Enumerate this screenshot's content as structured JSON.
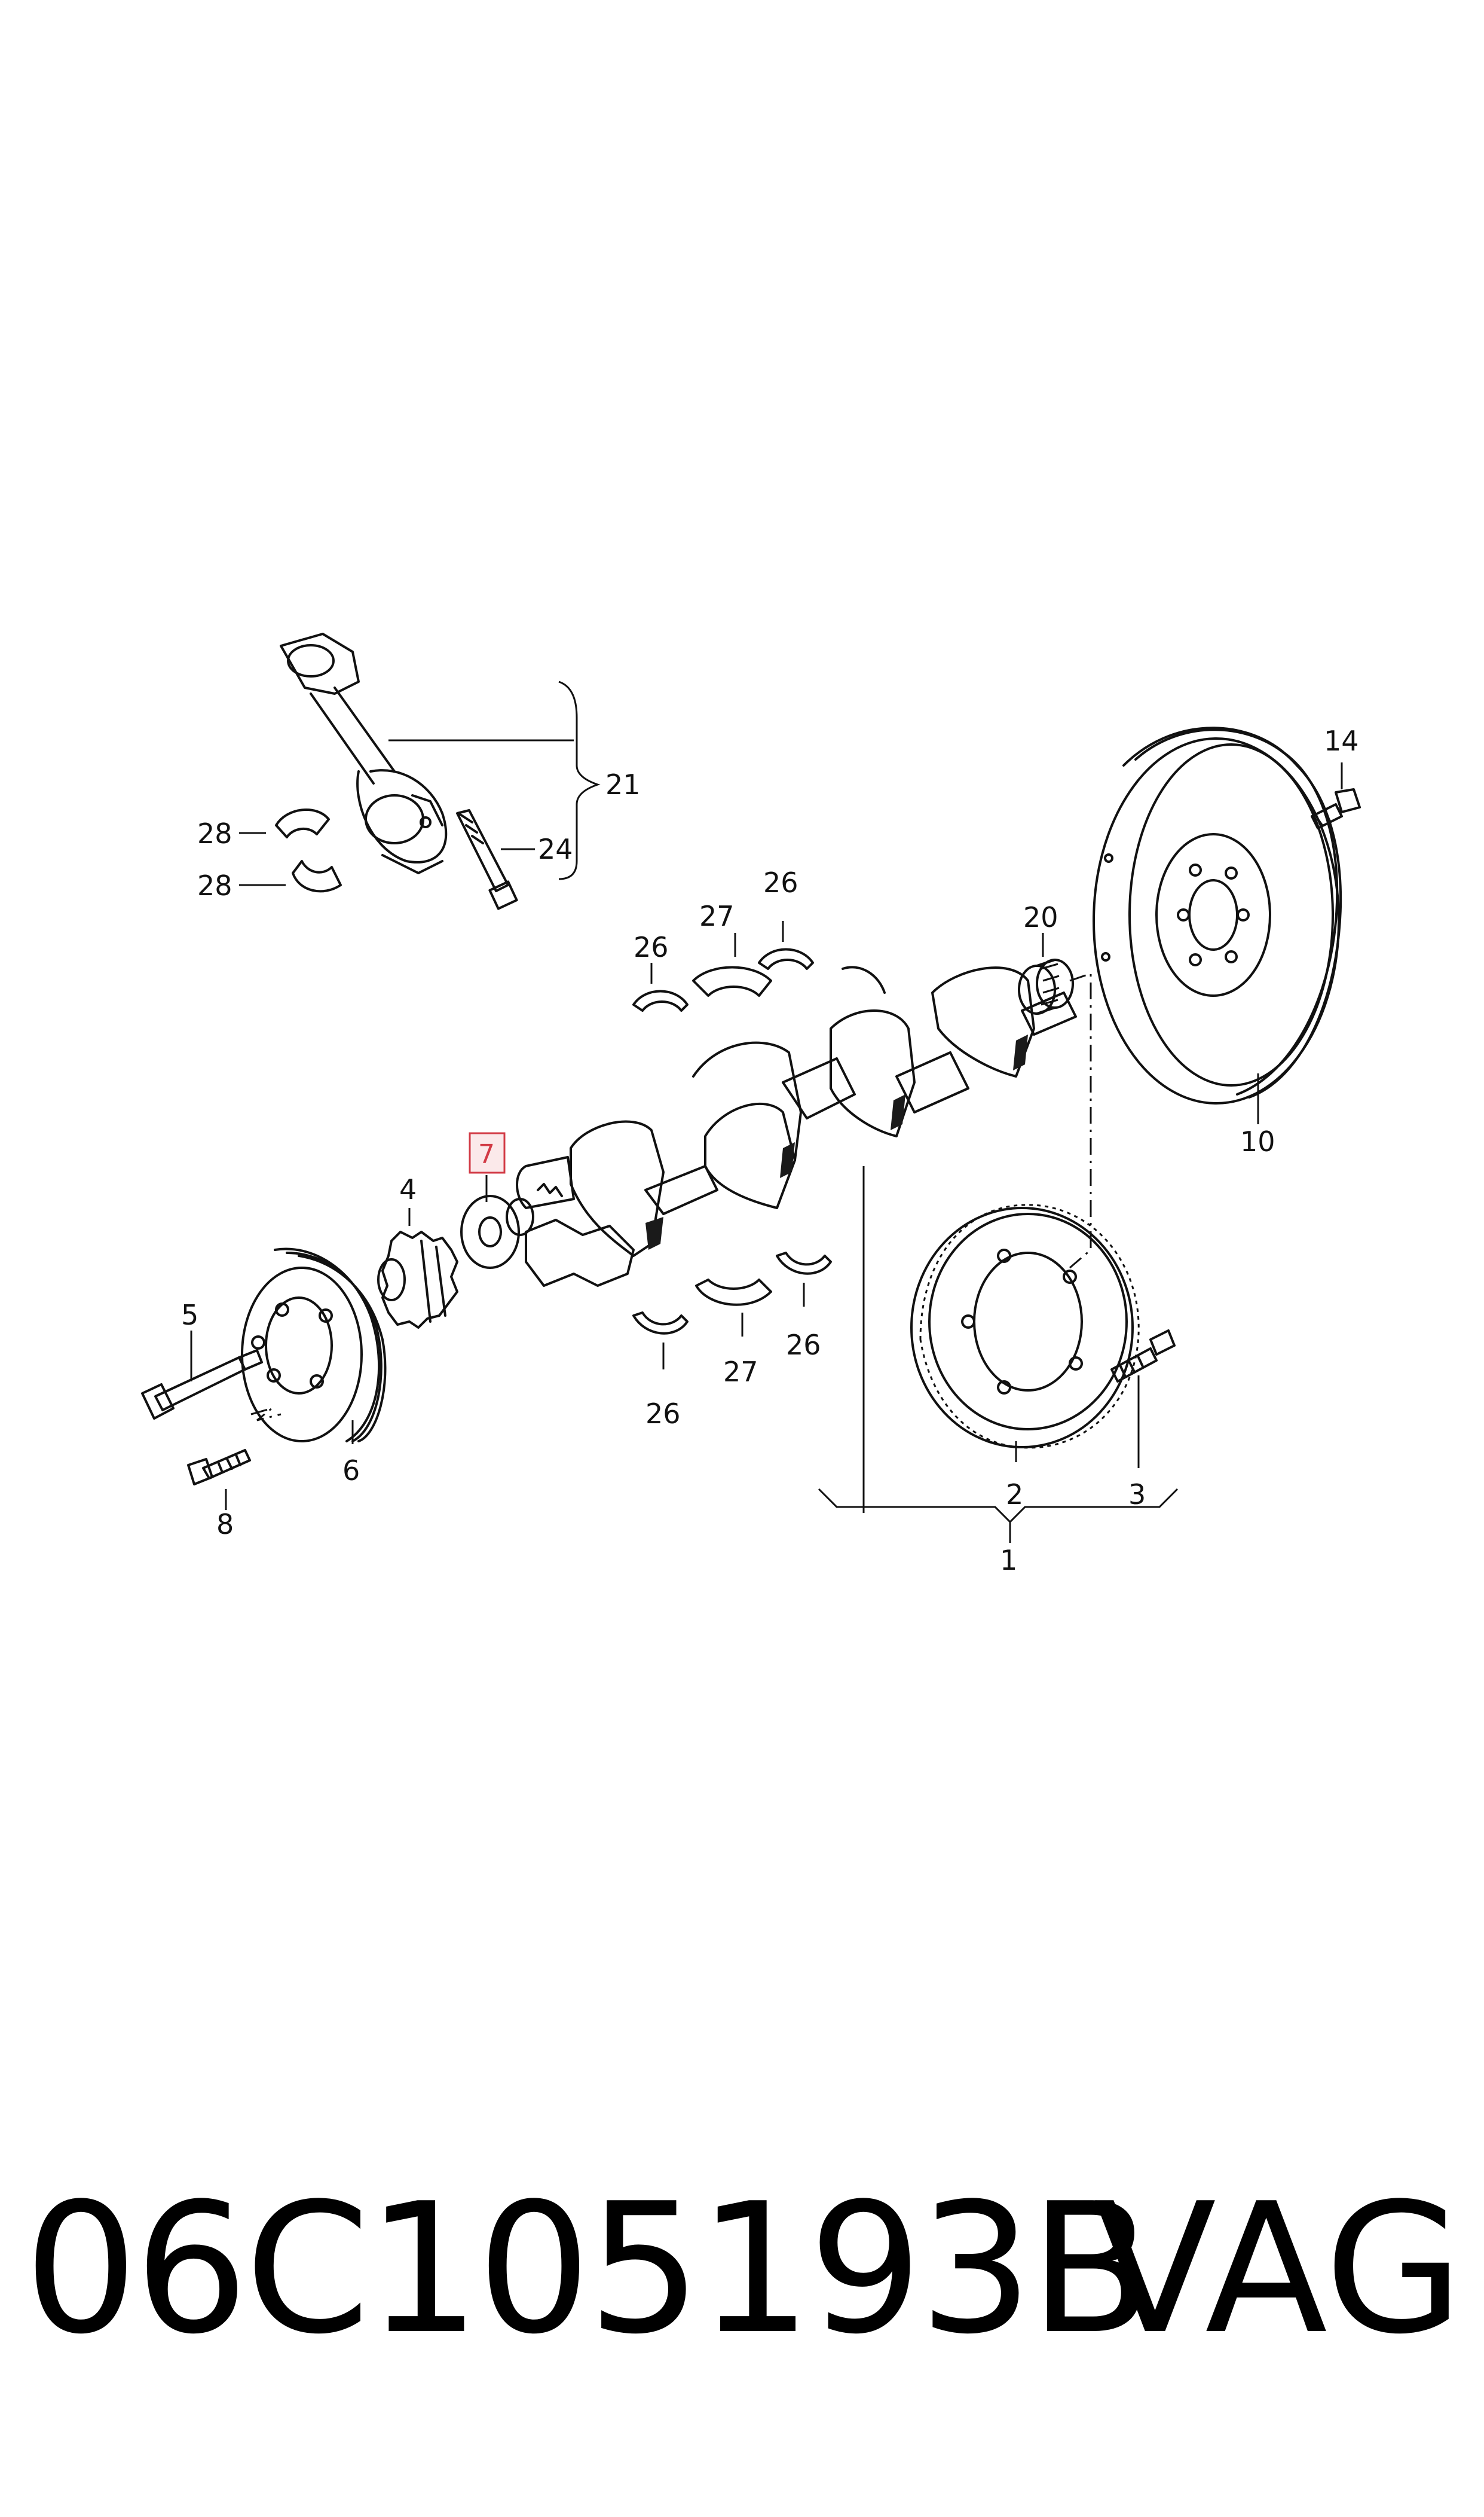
{
  "diagram": {
    "callouts": {
      "c1": "1",
      "c2": "2",
      "c3": "3",
      "c4": "4",
      "c5": "5",
      "c6": "6",
      "c7": "7",
      "c8": "8",
      "c10": "10",
      "c14": "14",
      "c20": "20",
      "c21": "21",
      "c24": "24",
      "c26a": "26",
      "c26b": "26",
      "c26c": "26",
      "c26d": "26",
      "c27a": "27",
      "c27b": "27",
      "c28a": "28",
      "c28b": "28"
    },
    "highlighted_callout": "7",
    "highlight_color": "#d23a45"
  },
  "footer": {
    "part_number": "06C105193B",
    "brand": "VAG"
  }
}
